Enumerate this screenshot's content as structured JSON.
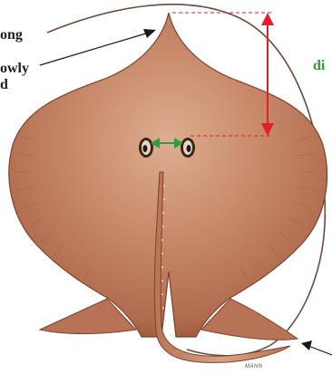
{
  "labels": {
    "snout_line1": "ong",
    "snout_line2": "owly",
    "snout_line3": "d",
    "disc_partial": "di"
  },
  "signature": "MANN",
  "colors": {
    "skin": "#c07a57",
    "skin_dark": "#8b4e33",
    "skin_light": "#d9a17e",
    "eye_measure": "#2f9e3a",
    "snout_measure": "#e0202a",
    "pointer": "#1a1a1a",
    "tail_whip": "#7a5a48"
  },
  "icons": {
    "snout_arrow": "double-headed-arrow-vertical",
    "eye_arrow": "double-headed-arrow-horizontal",
    "pointer_arrow": "arrow-pointer"
  }
}
